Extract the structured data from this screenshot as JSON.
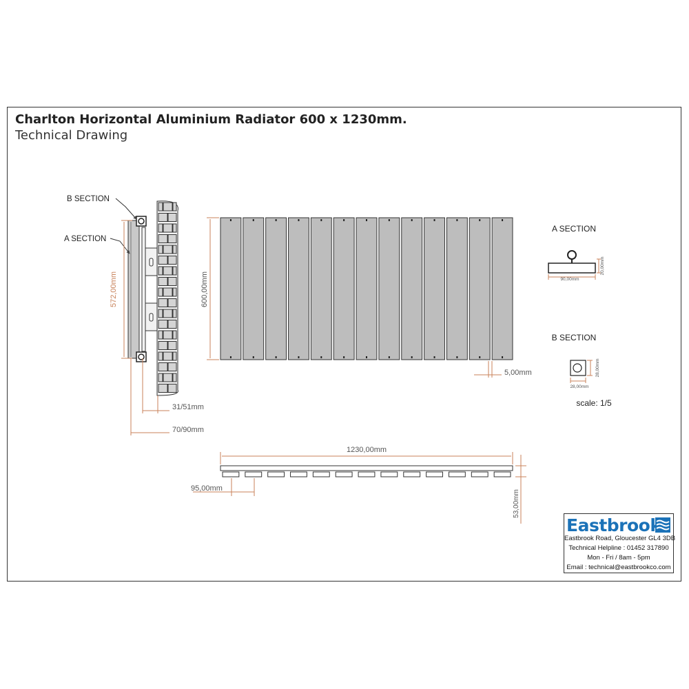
{
  "header": {
    "title": "Charlton Horizontal Aluminium Radiator 600 x 1230mm.",
    "subtitle": "Technical Drawing"
  },
  "side_view": {
    "b_section_label": "B SECTION",
    "a_section_label": "A SECTION",
    "height_label": "572,00mm",
    "bracket_depth_label": "31/51mm",
    "total_depth_label": "70/90mm"
  },
  "front_view": {
    "height_label": "600,00mm",
    "gap_label": "5,00mm",
    "panel_count": 13
  },
  "plan_view": {
    "width_label": "1230,00mm",
    "pitch_label": "95,00mm",
    "depth_label": "53,00mm"
  },
  "a_section": {
    "title": "A SECTION",
    "width_label": "90,00mm",
    "height_label": "20,00mm"
  },
  "b_section": {
    "title": "B SECTION",
    "width_label": "28,00mm",
    "height_label": "28,00mm"
  },
  "scale_label": "scale: 1/5",
  "company": {
    "name": "Eastbrook",
    "address": "Eastbrook Road, Gloucester GL4 3DB",
    "helpline": "Technical Helpline : 01452 317890",
    "hours": "Mon - Fri / 8am - 5pm",
    "email": "Email : technical@eastbrookco.com"
  },
  "colors": {
    "dimension": "#c8825a",
    "panel_fill": "#bdbdbd",
    "brand": "#1b72b8"
  }
}
